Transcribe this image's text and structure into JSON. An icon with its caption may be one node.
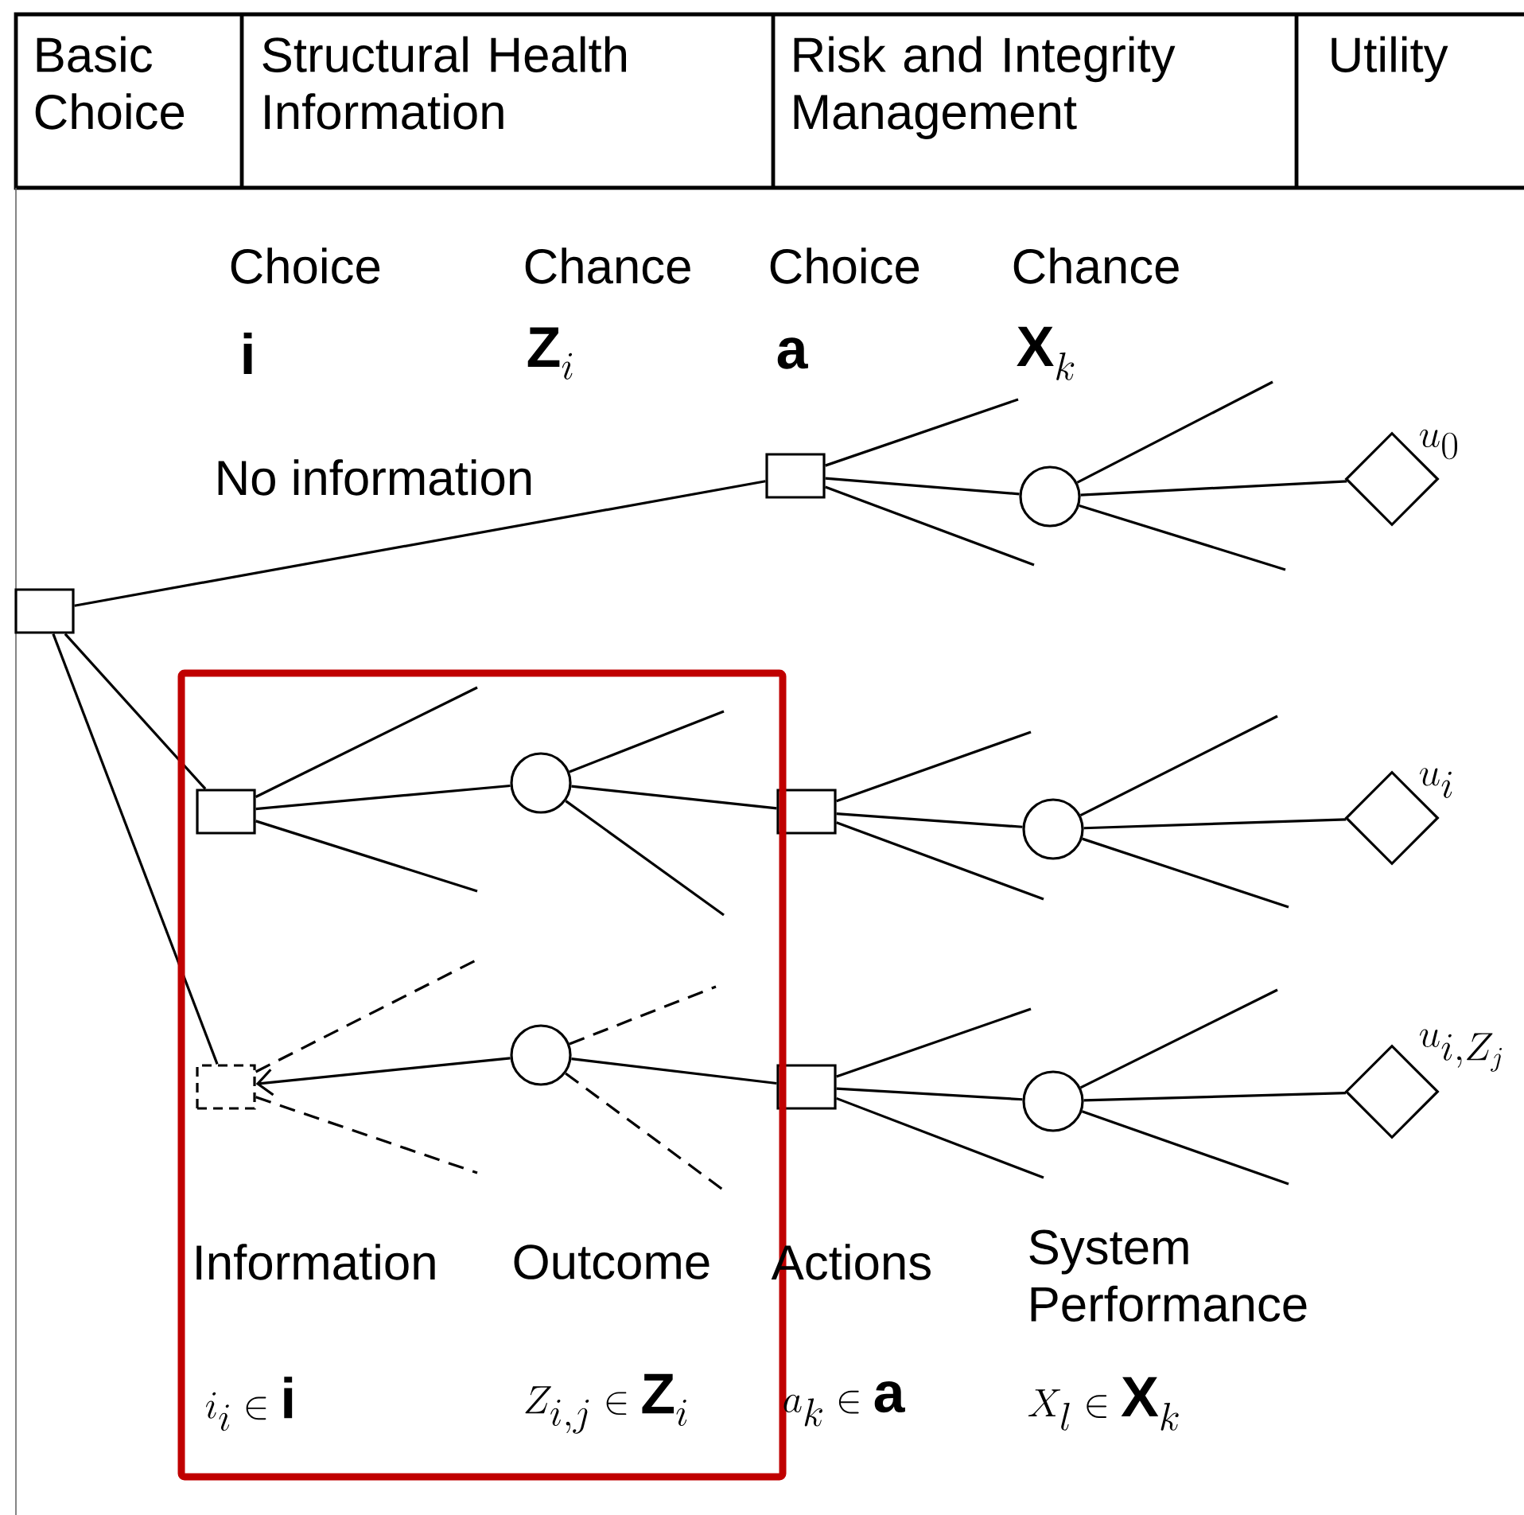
{
  "diagram": {
    "nodes": [
      {
        "text": [],
        "shape": "box"
      },
      {
        "text": [],
        "shape": "box"
      },
      {
        "text": [],
        "shape": "circle"
      },
      {
        "text": [],
        "shape": "diamond",
        "beside": [
          "u_0"
        ]
      },
      {
        "text": [],
        "shape": "box"
      },
      {
        "text": [],
        "shape": "circle"
      },
      {
        "text": [],
        "shape": "box"
      },
      {
        "text": [],
        "shape": "circle"
      },
      {
        "text": [],
        "shape": "diamond",
        "beside": [
          "u_i"
        ]
      },
      {
        "text": [],
        "shape": "box"
      },
      {
        "text": [],
        "shape": "circle"
      },
      {
        "text": [],
        "shape": "box"
      },
      {
        "text": [],
        "shape": "circle"
      },
      {
        "text": [],
        "shape": "diamond",
        "beside": [
          "u_{i,Z_j}"
        ]
      }
    ],
    "edges": [
      {
        "from": 0,
        "to": 1,
        "arrow": "none",
        "label": "No information"
      },
      {
        "from": 0,
        "to": 4,
        "arrow": "none"
      },
      {
        "from": 0,
        "to": 9,
        "arrow": "none"
      },
      {
        "from": 1,
        "to": null,
        "arrow": "none"
      },
      {
        "from": 1,
        "to": 2,
        "arrow": "none"
      },
      {
        "from": 1,
        "to": null,
        "arrow": "none"
      },
      {
        "from": 2,
        "to": null,
        "arrow": "none"
      },
      {
        "from": 2,
        "to": 3,
        "arrow": "none"
      },
      {
        "from": 2,
        "to": null,
        "arrow": "none"
      },
      {
        "from": 4,
        "to": null,
        "arrow": "none"
      },
      {
        "from": 4,
        "to": 5,
        "arrow": "none"
      },
      {
        "from": 4,
        "to": null,
        "arrow": "none"
      },
      {
        "from": 5,
        "to": null,
        "arrow": "none"
      },
      {
        "from": 5,
        "to": 6,
        "arrow": "none"
      },
      {
        "from": 5,
        "to": null,
        "arrow": "none"
      },
      {
        "from": 6,
        "to": null,
        "arrow": "none"
      },
      {
        "from": 6,
        "to": 7,
        "arrow": "none"
      },
      {
        "from": 6,
        "to": null,
        "arrow": "none"
      },
      {
        "from": 7,
        "to": null,
        "arrow": "none"
      },
      {
        "from": 7,
        "to": 8,
        "arrow": "none"
      },
      {
        "from": 7,
        "to": null,
        "arrow": "none"
      },
      {
        "from": 9,
        "to": null,
        "arrow": "none",
        "style": "dashed"
      },
      {
        "from": 10,
        "to": 9,
        "arrow": "to"
      },
      {
        "from": 9,
        "to": null,
        "arrow": "none",
        "style": "dashed"
      },
      {
        "from": 10,
        "to": null,
        "arrow": "none",
        "style": "dashed"
      },
      {
        "from": 10,
        "to": 11,
        "arrow": "none"
      },
      {
        "from": 10,
        "to": null,
        "arrow": "none",
        "style": "dashed"
      },
      {
        "from": 11,
        "to": null,
        "arrow": "none"
      },
      {
        "from": 11,
        "to": 12,
        "arrow": "none"
      },
      {
        "from": 11,
        "to": null,
        "arrow": "none"
      },
      {
        "from": 12,
        "to": null,
        "arrow": "none"
      },
      {
        "from": 12,
        "to": 13,
        "arrow": "none"
      },
      {
        "from": 12,
        "to": null,
        "arrow": "none"
      }
    ],
    "labels": [
      "Basic Choice",
      "Structural Health Information",
      "Risk and Integrity Management",
      "Utility",
      "Choice",
      "Chance",
      "Choice",
      "Chance",
      "\\mathbf{i}",
      "\\mathbf{Z}_i",
      "\\mathbf{a}",
      "\\mathbf{X}_k",
      "Information",
      "Outcome",
      "Actions",
      "System Performance",
      "i_i \\in \\mathbf{i}",
      "Z_{i,j} \\in \\mathbf{Z}_i",
      "a_k \\in \\mathbf{a}",
      "X_l \\in \\mathbf{X}_k"
    ]
  }
}
